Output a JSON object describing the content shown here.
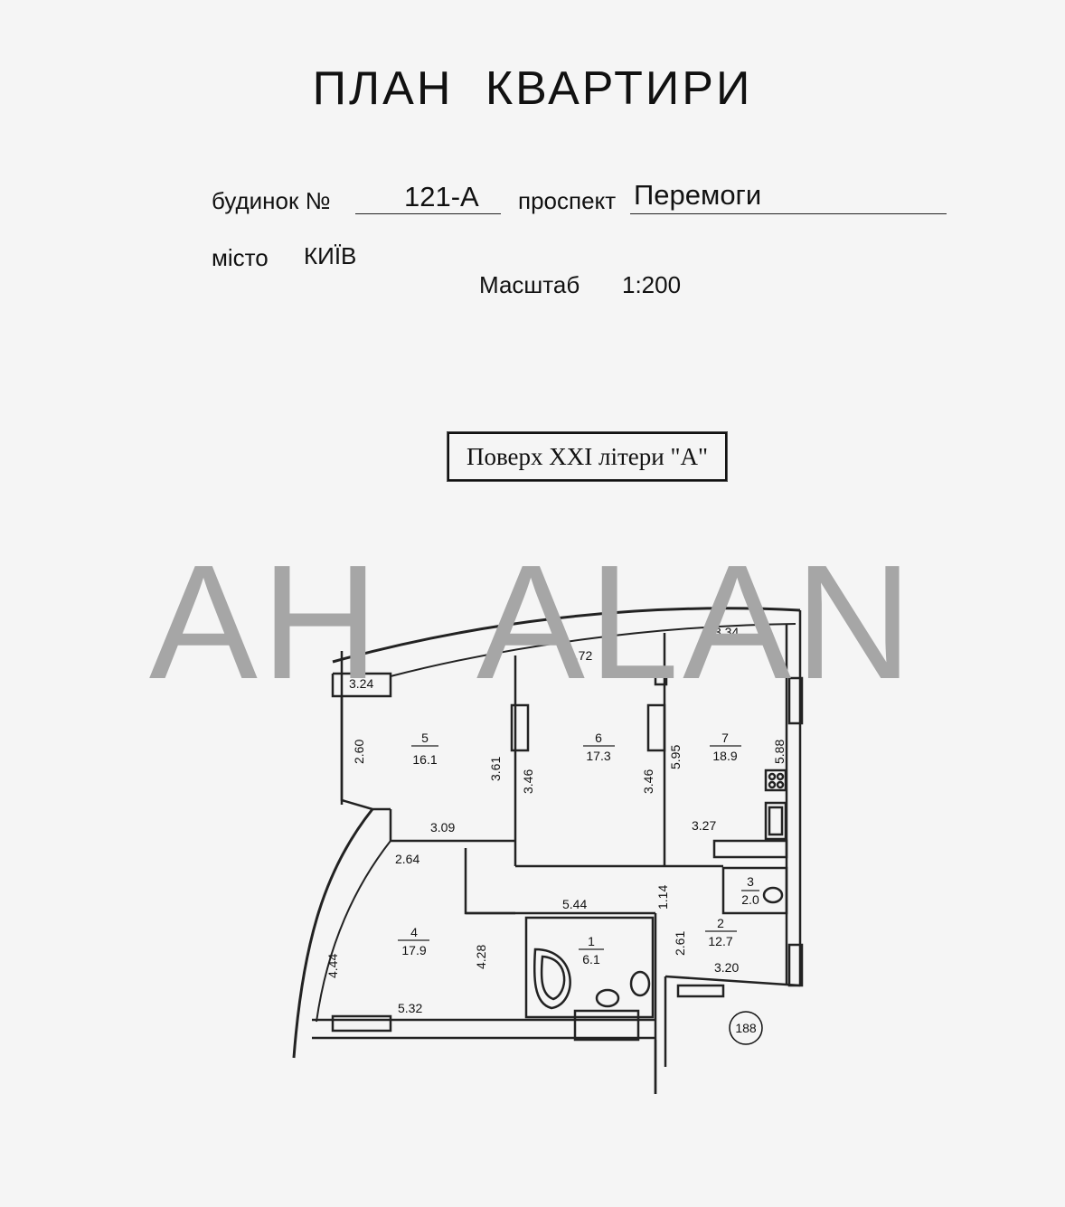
{
  "header": {
    "title": "ПЛАН   КВАРТИРИ",
    "house_label": "будинок №",
    "house_number": "121-А",
    "street_type_label": "проспект",
    "street_name": "Перемоги",
    "city_label": "місто",
    "city_name": "КИЇВ",
    "scale_label": "Масштаб",
    "scale_value": "1:200"
  },
  "floor_label": "Поверх XXI літери \"А\"",
  "watermark": "AH  ALAN",
  "plan": {
    "rooms": [
      {
        "num": "1",
        "area": "6.1"
      },
      {
        "num": "2",
        "area": "12.7"
      },
      {
        "num": "3",
        "area": "2.0"
      },
      {
        "num": "4",
        "area": "17.9"
      },
      {
        "num": "5",
        "area": "16.1"
      },
      {
        "num": "6",
        "area": "17.3"
      },
      {
        "num": "7",
        "area": "18.9"
      }
    ],
    "dimensions": {
      "d324": "3.24",
      "d272": "2.72",
      "d334": "3.34",
      "d260": "2.60",
      "d361": "3.61",
      "d346a": "3.46",
      "d346b": "3.46",
      "d595": "5.95",
      "d588": "5.88",
      "d309": "3.09",
      "d327": "3.27",
      "d264": "2.64",
      "d544": "5.44",
      "d114": "1.14",
      "d261": "2.61",
      "d444": "4.44",
      "d428": "4.28",
      "d532": "5.32",
      "d320": "3.20"
    },
    "apartment_number": "188"
  }
}
